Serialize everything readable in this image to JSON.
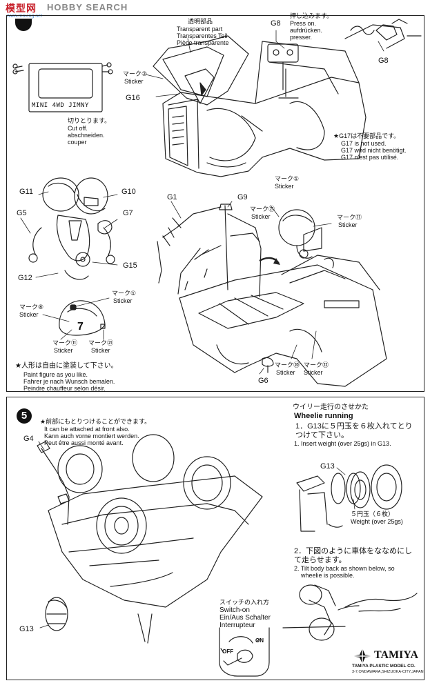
{
  "watermark": {
    "logo": "模型网",
    "site": "HOBBY SEARCH",
    "url": "www.moxing.net"
  },
  "top": {
    "transparent": [
      "透明部品",
      "Transparent part",
      "Transparentes Teil",
      "Pièce transparente"
    ],
    "mark2": [
      "マーク②",
      "Sticker"
    ],
    "g16": "G16",
    "g8a": "G8",
    "press": [
      "押し込みます。",
      "Press on.",
      "aufdrücken.",
      "presser."
    ],
    "g8b": "G8",
    "plate": "MINI 4WD JIMNY",
    "cutoff": [
      "切りとります。",
      "Cut off.",
      "abschneiden.",
      "couper"
    ],
    "g17": [
      "★G17は不要部品です。",
      "G17 is not used.",
      "G17 wird nicht benötigt.",
      "G17 n'est pas utilisé."
    ],
    "g11": "G11",
    "g10": "G10",
    "g5": "G5",
    "g7": "G7",
    "g15": "G15",
    "g12": "G12",
    "mark1": [
      "マーク①",
      "Sticker"
    ],
    "mark8": [
      "マーク⑧",
      "Sticker"
    ],
    "mark11": [
      "マーク⑪",
      "Sticker"
    ],
    "mark21": [
      "マーク㉑",
      "Sticker"
    ],
    "helmet_number": "7",
    "paint": [
      "★人形は自由に塗装して下さい。",
      "Paint figure as you like.",
      "Fahrer je nach Wunsch bemalen.",
      "Peindre chauffeur selon désir."
    ],
    "g1": "G1",
    "g9": "G9",
    "mark1b": [
      "マーク①",
      "Sticker"
    ],
    "mark21b": [
      "マーク㉑",
      "Sticker"
    ],
    "mark11b": [
      "マーク⑪",
      "Sticker"
    ],
    "mark20": [
      "マーク⑳",
      "Sticker"
    ],
    "mark22": [
      "マーク㉒",
      "Sticker"
    ],
    "g6": "G6"
  },
  "step5": {
    "number": "5",
    "front": [
      "★前部にもとりつけることができます。",
      "It can be attached at front also.",
      "Kann auch vorne montiert werden.",
      "Peut être aussi monté avant."
    ],
    "g4": "G4",
    "g13a": "G13",
    "switch": [
      "スイッチの入れ方",
      "Switch-on",
      "Ein/Aus Schalter",
      "Interrupteur"
    ],
    "off": "OFF",
    "on": "ON",
    "wheelie_jp": "ウイリー走行のさせかた",
    "wheelie_en": "Wheelie running",
    "step1_jp": [
      "1．G13に５円玉を６枚入れてとり",
      "つけて下さい。"
    ],
    "step1_en": "1. Insert weight (over 25gs) in G13.",
    "g13b": "G13",
    "coin": [
      "５円玉（６枚）",
      "Weight (over 25gs)"
    ],
    "step2_jp": [
      "2．下図のように車体をななめにし",
      "て走らせます。"
    ],
    "step2_en": [
      "2. Tilt body back as shown below, so",
      "wheelie is possible."
    ],
    "tamiya": "TAMIYA",
    "company": "TAMIYA PLASTIC MODEL CO.",
    "address": "3-7,ONDAWARA,SHIZUOKA-CITY,JAPAN."
  }
}
